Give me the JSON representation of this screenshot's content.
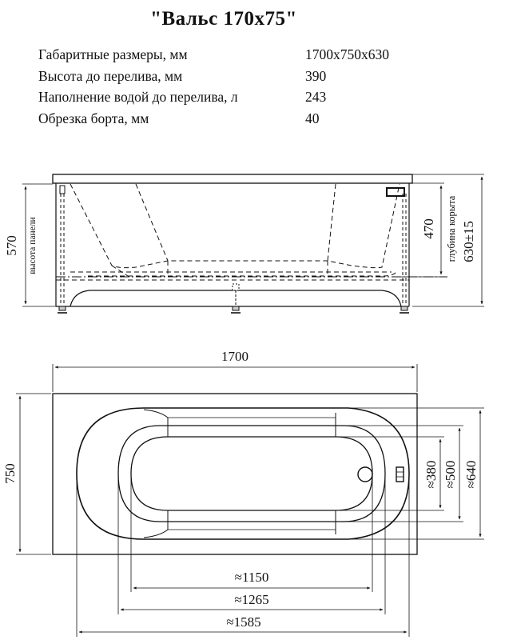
{
  "title": "\"Вальс 170x75\"",
  "specs": [
    {
      "label": "Габаритные размеры, мм",
      "value": "1700x750x630"
    },
    {
      "label": "Высота до перелива, мм",
      "value": "390"
    },
    {
      "label": "Наполнение водой до перелива, л",
      "value": "243"
    },
    {
      "label": "Обрезка борта, мм",
      "value": "40"
    }
  ],
  "side_view": {
    "dim_left": "570",
    "panel_label": "высота панели",
    "dim_depth": "470",
    "depth_label": "глубина корыта",
    "dim_total": "630±15"
  },
  "top_view": {
    "dim_length": "1700",
    "dim_width": "750",
    "dim_380": "≈380",
    "dim_500": "≈500",
    "dim_640": "≈640",
    "dim_1150": "≈1150",
    "dim_1265": "≈1265",
    "dim_1585": "≈1585"
  }
}
